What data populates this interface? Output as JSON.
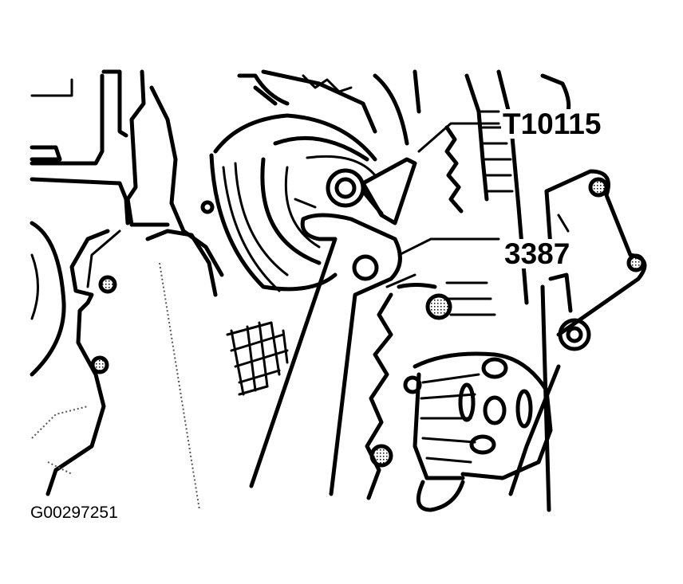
{
  "figure": {
    "type": "technical-line-drawing",
    "subject": "timing belt tensioner with special tools",
    "figure_id": "G00297251",
    "callouts": [
      {
        "label": "T10115",
        "leader_to": "tensioner pin tool"
      },
      {
        "label": "3387",
        "leader_to": "pin wrench on tensioner"
      }
    ],
    "colors": {
      "line": "#000000",
      "background": "#ffffff"
    }
  }
}
